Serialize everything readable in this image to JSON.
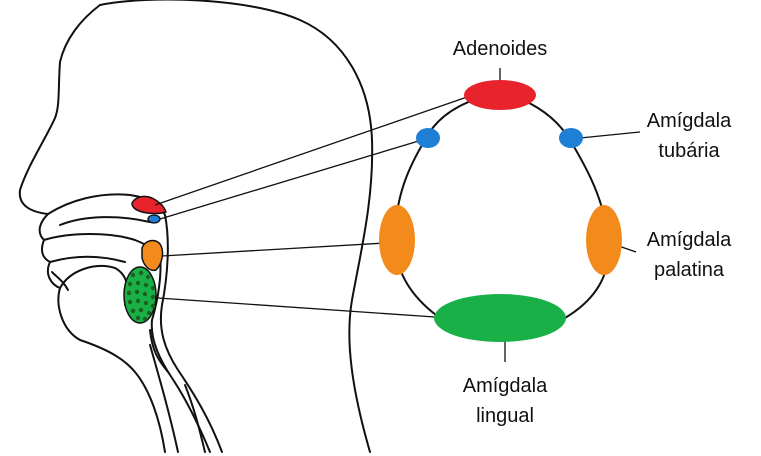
{
  "labels": {
    "adenoides": "Adenoides",
    "tubaria_line1": "Amígdala",
    "tubaria_line2": "tubária",
    "palatina_line1": "Amígdala",
    "palatina_line2": "palatina",
    "lingual_line1": "Amígdala",
    "lingual_line2": "lingual"
  },
  "colors": {
    "adenoides": "#e8232b",
    "tubaria": "#1f7fd6",
    "palatina": "#f28a1c",
    "lingual": "#19b048",
    "lingual_dark": "#1e5e1e",
    "outline": "#111111"
  }
}
